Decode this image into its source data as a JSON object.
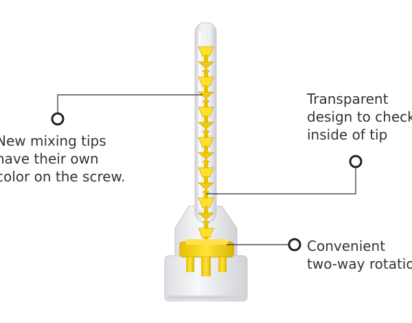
{
  "colors": {
    "screw": "#f5d31a",
    "screw_shade": "#d9b400",
    "tube": "#e6e7ea",
    "line": "#2b2b2b",
    "text": "#333333"
  },
  "callouts": {
    "left": {
      "lines": [
        "New mixing tips",
        "have their own",
        "color on the screw."
      ]
    },
    "right_top": {
      "lines": [
        "Transparent",
        "design to check",
        "inside of tip"
      ]
    },
    "right_bottom": {
      "lines": [
        "Convenient",
        "two-way rotation"
      ]
    }
  }
}
